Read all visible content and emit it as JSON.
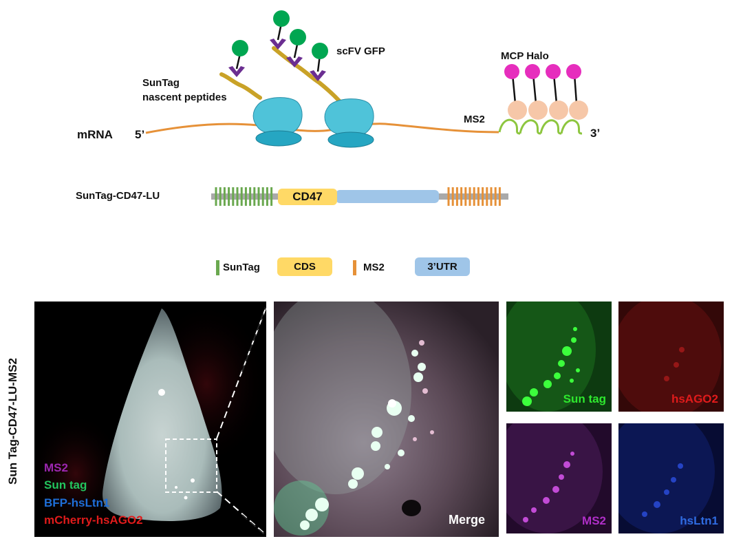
{
  "schematic": {
    "scfv_label": "scFV GFP",
    "suntag_label_line1": "SunTag",
    "suntag_label_line2": "nascent peptides",
    "mrna_label": "mRNA",
    "five_prime": "5’",
    "three_prime": "3’",
    "mcp_label": "MCP Halo",
    "ms2_label": "MS2"
  },
  "construct": {
    "name": "SunTag-CD47-LU",
    "cds_label": "CD47"
  },
  "legend": {
    "items": [
      {
        "label": "SunTag",
        "color": "#6aa84f"
      },
      {
        "label": "CDS",
        "color": "#ffd966"
      },
      {
        "label": "MS2",
        "color": "#e69138"
      },
      {
        "label": "3’UTR",
        "color": "#9fc5e8"
      }
    ]
  },
  "microscopy": {
    "vertical_label": "Sun Tag-CD47-LU-MS2",
    "channel_legend": [
      {
        "label": "MS2",
        "color": "#9c27b0"
      },
      {
        "label": "Sun tag",
        "color": "#22c55e"
      },
      {
        "label": "BFP-hsLtn1",
        "color": "#1e6fd9"
      },
      {
        "label": "mCherry-hsAGO2",
        "color": "#e01b1b"
      }
    ],
    "merge_label": "Merge",
    "panels": {
      "suntag": "Sun tag",
      "hsago2": "hsAGO2",
      "ms2": "MS2",
      "hsltn1": "hsLtn1"
    }
  },
  "colors": {
    "mrna": "#e69138",
    "ribosome": "#4fc3d9",
    "ribosome_small": "#26a6c2",
    "gfp": "#00a651",
    "scfv": "#6b2e91",
    "peptide": "#c9a227",
    "halo": "#e62ebd",
    "mcp": "#f6c7a8",
    "stemloop": "#8dc63f"
  }
}
